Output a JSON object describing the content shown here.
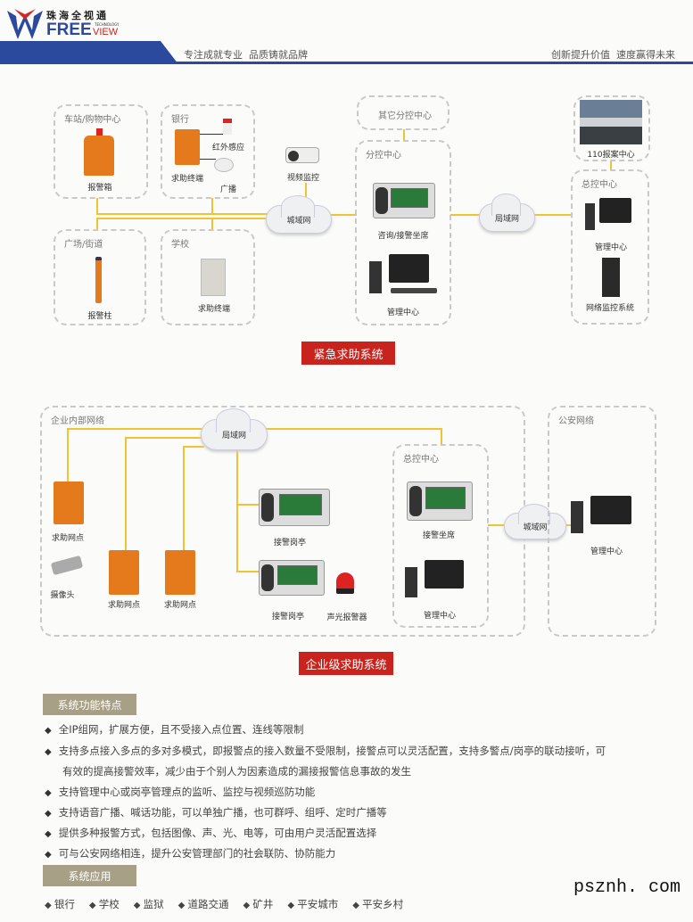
{
  "header": {
    "brand_cn": "珠海全视通",
    "brand_en_main": "FREE",
    "brand_en_sub": "VIEW",
    "brand_tech": "TECHNOLOGY",
    "slogan_left": "专注成就专业  品质铸就品牌",
    "slogan_right": "创新提升价值  速度赢得未来"
  },
  "diagram1": {
    "title": "紧急求助系统",
    "zones": {
      "station": "车站/购物中心",
      "bank": "银行",
      "plaza": "广场/街道",
      "school": "学校",
      "other_sub": "其它分控中心",
      "sub": "分控中心",
      "police110": "110报案中心",
      "main": "总控中心"
    },
    "devices": {
      "alarm_box": "报警箱",
      "help_terminal_bank": "求助终端",
      "infrared": "红外感应",
      "broadcast": "广播",
      "alarm_pillar": "报警柱",
      "help_terminal_school": "求助终端",
      "video": "视频监控",
      "console": "咨询/接警坐席",
      "mgmt_sub": "管理中心",
      "mgmt_main": "管理中心",
      "net_monitor": "网络监控系统"
    },
    "clouds": {
      "metro": "城域网",
      "lan": "局域网"
    }
  },
  "diagram2": {
    "title": "企业级求助系统",
    "zones": {
      "internal": "企业内部网络",
      "main": "总控中心",
      "police": "公安网络"
    },
    "clouds": {
      "lan": "局域网",
      "metro": "城域网"
    },
    "devices": {
      "help_point1": "求助网点",
      "camera": "摄像头",
      "help_point2": "求助网点",
      "help_point3": "求助网点",
      "booth1": "接警岗亭",
      "booth2": "接警岗亭",
      "siren": "声光报警器",
      "console": "接警坐席",
      "mgmt": "管理中心",
      "police_mgmt": "管理中心"
    }
  },
  "features": {
    "heading": "系统功能特点",
    "items": [
      "全IP组网，扩展方便，且不受接入点位置、连线等限制",
      "支持多点接入多点的多对多模式，即报警点的接入数量不受限制，接警点可以灵活配置，支持多警点/岗亭的联动接听，可",
      "有效的提高接警效率，减少由于个别人为因素造成的漏接报警信息事故的发生",
      "支持管理中心或岗亭管理点的监听、监控与视频巡防功能",
      "支持语音广播、喊话功能，可以单独广播，也可群呼、组呼、定时广播等",
      "提供多种报警方式，包括图像、声、光、电等，可由用户灵活配置选择",
      "可与公安网络相连，提升公安管理部门的社会联防、协防能力"
    ]
  },
  "applications": {
    "heading": "系统应用",
    "items": [
      "银行",
      "学校",
      "监狱",
      "道路交通",
      "矿井",
      "平安城市",
      "平安乡村"
    ]
  },
  "watermark": "psznh. com",
  "colors": {
    "blue": "#2b4a9e",
    "red": "#c9231d",
    "yellow": "#f1c232",
    "section": "#a89f87"
  }
}
